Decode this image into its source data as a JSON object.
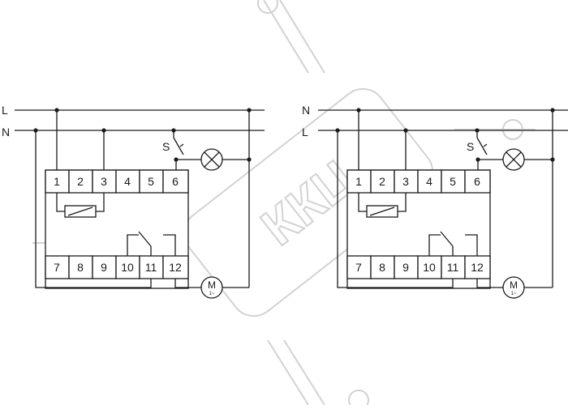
{
  "watermark": {
    "text": "ККЦ",
    "color": "#d2d2d2"
  },
  "left_diagram": {
    "bus_top": "L",
    "bus_bottom": "N",
    "switch_label": "S",
    "motor_label": "M",
    "motor_sub": "1~",
    "terminals_top": [
      "1",
      "2",
      "3",
      "4",
      "5",
      "6"
    ],
    "terminals_bottom": [
      "7",
      "8",
      "9",
      "10",
      "11",
      "12"
    ]
  },
  "right_diagram": {
    "bus_top": "N",
    "bus_bottom": "L",
    "switch_label": "S",
    "motor_label": "M",
    "motor_sub": "1~",
    "terminals_top": [
      "1",
      "2",
      "3",
      "4",
      "5",
      "6"
    ],
    "terminals_bottom": [
      "7",
      "8",
      "9",
      "10",
      "11",
      "12"
    ]
  },
  "colors": {
    "line": "#1a1a1a",
    "background": "#ffffff"
  }
}
